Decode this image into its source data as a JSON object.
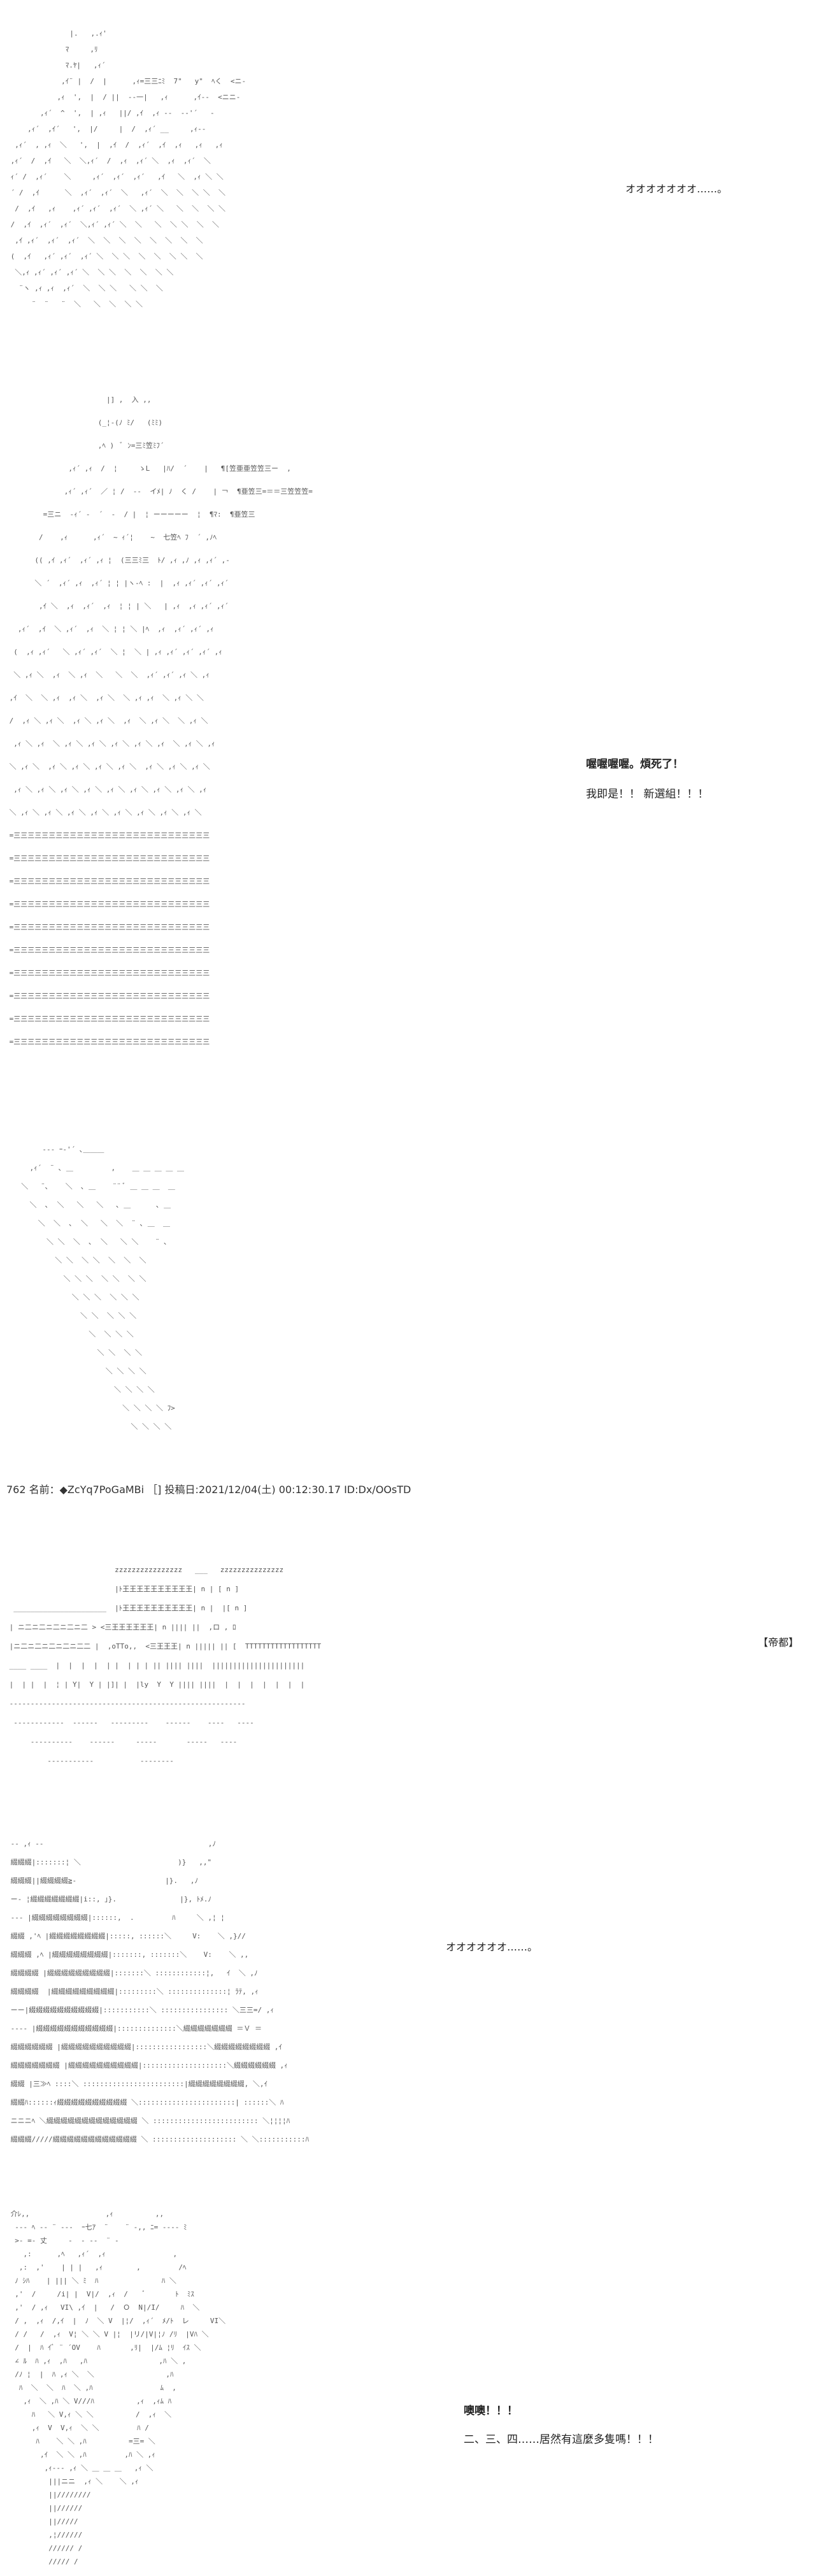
{
  "panel1": {
    "speech": "オオオオオオオ……。",
    "art": "               |.   ,.ｨ'\n              ﾏ     ,ﾘ\n              ﾏ.ﾔ|   ,ｨ´\n             ,ｲ¨ |  /  |      ,ｨ=三三ﾆﾐ  7\"   y\"  ﾍく  <ニ-\n            ,ｨ  ',  |  / ||  -‐一|   ,ｨ      ,ｲ--  <ニニ-\n        ,ｨ´  ^  ',  | ,ｨ   ||/ ,ｲ  ,ｨ --  --'´   -\n     ,ｨ´  ,ｲ´   ',  |/     |  /  ,ｨ´ __     ,ｨ-‐\n  ,ｨ´  , ,ｨ  ＼   ',  |  ,ｲ  /  ,ｨ´  ,ｲ  ,ｨ   ,ｨ   ,ｨ\n ,ｨ´  /  ,ｲ   ＼  ＼,ｨ´  /  ,ｨ  ,ｨ´ ＼  ,ｨ  ,ｨ´  ＼\n ｨ´ /  ,ｨ´    ＼     ,ｨ´  ,ｨ´  ,ｨ´   ,ｲ   ＼  ,ｨ ＼ ＼\n ´ /  ,ｲ      ＼  ,ｨ´  ,ｨ´  ＼   ,ｨ´  ＼  ＼  ＼ ＼  ＼\n  /  ,ｲ   ,ｨ    ,ｨ´ ,ｨ´  ,ｨ´  ＼ ,ｨ´ ＼   ＼  ＼  ＼ ＼\n /  ,ｲ  ,ｨ´  ,ｨ´  ＼,ｨ´ ,ｨ´ ＼  ＼   ＼  ＼ ＼  ＼  ＼\n  ,ｲ ,ｨ´  ,ｨ´  ,ｨ´  ＼  ＼  ＼  ＼  ＼  ＼  ＼  ＼\n (  ,ｲ   ,ｨ´ ,ｨ´  ,ｨ´ ＼  ＼ ＼  ＼  ＼  ＼ ＼  ＼\n  ＼,ｨ ,ｨ´ ,ｨ´ ,ｨ´ ＼  ＼ ＼  ＼  ＼  ＼ ＼\n   ¨ヽ ,ｨ ,ｨ  ,ｨ´  ＼  ＼ ＼   ＼ ＼  ＼\n      ¨  ¨   ¨  ＼   ＼  ＼  ＼ ＼"
  },
  "panel2": {
    "line1": "喔喔喔喔。煩死了！",
    "line2": "我即是！！ 新選組！！！",
    "art": "                        |] ,  入 ,,\n                      (_¦-(ﾉ ﾐ/   (ﾐﾐ)\n                      ,ﾍ )  ﾞ ﾝ=三ﾐ笠ﾐﾌ´\n               ,ｨ´ ,ｨ  /  ¦     ゝL   |ﾊ/  ´    |   ¶[笠亜亜笠笠三ー  ,\n              ,ｨ´ ,ｨ´  ／ ¦ /  -‐  イﾒ| ﾉ  く /    | ￢  ¶亜笠三=＝＝三笠笠笠=\n         =三ニ  -ｨ´ -  ´  -  / |  ¦ ーーーーー  ¦  ¶ﾏ:  ¶亜笠三\n        /    ,ｨ      ,ｨ´  ~ ｨ´¦    ~  七笠ﾍ ﾌ  ´ ,ﾉﾍ\n       (( ,ｲ ,ｨ´  ,ｨ´ ,ｨ ¦  (三三ﾐ三  ﾄ/ ,ｨ ,ﾉ ,ｨ ,ｨ´ ,-\n       ＼ ´  ,ｨ´ ,ｨ  ,ｨ´ ¦ ¦ |ヽ-ﾍ :  |  ,ｨ ,ｨ´ ,ｨ´ ,ｨ´\n        ,ｲ ＼  ,ｨ  ,ｨ´  ,ｨ  ¦ ¦ | ＼   | ,ｨ  ,ｨ ,ｨ´ ,ｨ´\n   ,ｨ´  ,ｲ  ＼ ,ｨ´  ,ｨ  ＼ ¦ ¦ ＼ |ﾍ  ,ｨ  ,ｨ´ ,ｨ´ ,ｨ\n  (  ,ｨ ,ｨ´   ＼ ,ｨ´ ,ｨ´  ＼ ¦  ＼ | ,ｨ ,ｨ´ ,ｨ´ ,ｨ´ ,ｨ\n  ＼ ,ｨ ＼  ,ｨ  ＼ ,ｨ  ＼   ＼  ＼  ,ｨ´ ,ｨ´ ,ｨ ＼ ,ｨ\n ,ｲ  ＼  ＼ ,ｨ  ,ｨ ＼  ,ｨ ＼  ＼ ,ｨ ,ｨ  ＼ ,ｨ ＼ ＼\n /  ,ｨ ＼ ,ｨ ＼  ,ｨ ＼ ,ｨ ＼  ,ｨ  ＼ ,ｨ ＼  ＼ ,ｨ ＼\n  ,ｨ ＼ ,ｨ  ＼ ,ｨ ＼ ,ｨ ＼ ,ｨ ＼ ,ｨ ＼ ,ｨ  ＼ ,ｨ ＼ ,ｨ\n ＼ ,ｨ ＼  ,ｨ ＼ ,ｨ ＼ ,ｨ ＼ ,ｨ ＼  ,ｨ ＼ ,ｨ ＼ ,ｨ ＼\n  ,ｨ ＼ ,ｨ ＼ ,ｨ ＼ ,ｨ ＼ ,ｨ ＼ ,ｨ ＼ ,ｨ ＼ ,ｨ ＼ ,ｨ\n ＼ ,ｨ ＼ ,ｨ ＼ ,ｨ ＼ ,ｨ ＼ ,ｨ ＼ ,ｨ ＼ ,ｨ ＼ ,ｨ ＼\n =三三三三三三三三三三三三三三三三三三三三三三三三三三三三\n =三三三三三三三三三三三三三三三三三三三三三三三三三三三三\n =三三三三三三三三三三三三三三三三三三三三三三三三三三三三\n =三三三三三三三三三三三三三三三三三三三三三三三三三三三三\n =三三三三三三三三三三三三三三三三三三三三三三三三三三三三\n =三三三三三三三三三三三三三三三三三三三三三三三三三三三三\n =三三三三三三三三三三三三三三三三三三三三三三三三三三三三\n =三三三三三三三三三三三三三三三三三三三三三三三三三三三三\n =三三三三三三三三三三三三三三三三三三三三三三三三三三三三\n =三三三三三三三三三三三三三三三三三三三三三三三三三三三三"
  },
  "panel3": {
    "art": "       ‐‐‐ ｰ‐'´ ､＿＿＿\n    ,ｨ´  ¨ ､ ＿         ,    ＿ ＿ ＿ ＿ ＿\n  ＼   ¨､    ＼  ､ ＿    ¨¨ ﾞ ＿ ＿ ＿  ＿\n    ＼  ､  ＼   ＼   ＼   ､ ＿      ､ ＿\n      ＼  ＼  ､  ＼   ＼  ＼  ¨ ､ ＿  ＿\n        ＼ ＼  ＼  ､  ＼   ＼ ＼    ¨ ､\n          ＼ ＼  ＼ ＼  ＼  ＼  ＼\n            ＼ ＼ ＼  ＼ ＼  ＼ ＼\n              ＼ ＼ ＼  ＼ ＼ ＼\n                ＼ ＼  ＼ ＼ ＼\n                  ＼  ＼ ＼ ＼\n                    ＼ ＼  ＼ ＼\n                      ＼ ＼ ＼ ＼\n                        ＼ ＼ ＼ ＼\n                          ＼ ＼ ＼ ＼ ﾌ>\n                            ＼ ＼ ＼ ＼"
  },
  "post": {
    "header": "762 名前：◆ZcYq7PoGaMBi ［] 投稿日:2021/12/04(土) 00:12:30.17 ID:Dx/OOsTD"
  },
  "panel4": {
    "location": "【帝都】",
    "art": "                          zzzzzzzzzzzzzzzz   ___   zzzzzzzzzzzzzzz\n                          |ﾄ王王王王王王王王王王| n | [ n ]\n  ______________________  |ﾄ王王王王王王王王王王| n |  |[ n ]\n | ニ二ニ二ニ二ニ二ニ二 > <三王王王王王王| n |||| ||  ,ロ , ﾛ\n |ニ二ニ二ニ二ニ二ニ二二 |  ,oTTo,,  <三王王王| n ||||| || [  TTTTTTTTTTTTTTTTTT\n ____ ____  |  |  |  |  | |  | | | || |||| ||||  ||||||||||||||||||||||\n |  | |  |  ¦ | Y|  Y | |]| |  |ly  Y  Y |||| ||||  |  |  |  |  |  |  |\n ‐‐‐‐‐‐‐‐‐‐‐‐‐‐‐‐‐‐‐‐‐‐‐‐‐‐‐‐‐‐‐‐‐‐‐‐‐‐‐‐‐‐‐‐‐‐‐‐‐‐‐‐‐‐‐‐\n  ‐‐‐‐‐‐‐‐‐‐‐‐  ‐‐‐‐‐‐   ‐‐‐‐‐‐‐‐‐    ‐‐‐‐‐‐    ‐‐‐‐   ‐‐‐‐\n      ‐‐‐‐‐‐‐‐‐‐    ‐‐‐‐‐‐     ‐‐‐‐‐       ‐‐‐‐‐   ‐‐‐‐\n          ‐‐‐‐‐‐‐‐‐‐‐           ‐‐‐‐‐‐‐‐"
  },
  "panel5": {
    "speech": "オオオオオオ……。",
    "art": " ‐‐ ,ｨ ‐‐                                       ,ﾉ\n 綴綴綴|:::::::¦ ＼                       )}   ,,\"\n 綴綴綴||綴綴綴綴≧-                     |}.   ,ﾉ\n ー‐ ¦綴綴綴綴綴綴綴|i::, 」}.               |}, ﾄﾒ.ﾉ\n ‐‐‐ |綴綴綴綴綴綴綴綴|::::::,  .         ﾊ     ＼ ,¦ ¦\n 綴綴 ,'ﾍ |綴綴綴綴綴綴綴綴|:::::, ::::::＼     V:    ＼ ,}//\n 綴綴綴 ,ﾍ |綴綴綴綴綴綴綴綴|:::::::, :::::::＼    V:    ＼ ,,\n 綴綴綴綴 |綴綴綴綴綴綴綴綴綴|:::::::＼ ::::::::::::¦,   ｲ  ＼ ,ﾉ\n 綴綴綴綴  |綴綴綴綴綴綴綴綴綴|:::::::::＼ ::::::::::::::¦ ﾗﾃ, ,ｨ\n ーー|綴綴綴綴綴綴綴綴綴綴|:::::::::::＼ :::::::::::::::: ＼三三=/ ,ｨ\n ‐‐‐‐ |綴綴綴綴綴綴綴綴綴綴綴|::::::::::::::＼綴綴綴綴綴綴綴 ＝Ｖ ＝\n 綴綴綴綴綴綴 |綴綴綴綴綴綴綴綴綴綴|:::::::::::::::::＼綴綴綴綴綴綴綴綴 ,ｲ\n 綴綴綴綴綴綴綴 |綴綴綴綴綴綴綴綴綴綴|::::::::::::::::::::＼綴綴綴綴綴綴 ,ｨ\n 綴綴 |三≫ﾍ ::::＼ ::::::::::::::::::::::::|綴綴綴綴綴綴綴綴, ＼,ｲ\n 綴綴ﾊ::::::ｨ綴綴綴綴綴綴綴綴綴綴 ＼:::::::::::::::::::::::| ::::::＼ ﾊ\n ニニニﾍ ＼綴綴綴綴綴綴綴綴綴綴綴綴綴 ＼ ::::::::::::::::::::::::: ＼¦¦¦¦ﾊ\n 綴綴綴/////綴綴綴綴綴綴綴綴綴綴綴綴 ＼ :::::::::::::::::::: ＼ ＼:::::::::::ﾊ"
  },
  "panel6": {
    "line1": "噢噢！！！",
    "line2": "二、三、四……居然有這麼多隻嗎！！！",
    "art": " 介ﾚ,,                  ,ｨ          ,,\n  ‐‐‐ ﾍ ‐‐ ¨ -‐‐  ｰ七ｱ  ¨    ¨ -,, ﾆ= ‐‐‐‐ ﾐ\n  >- =‐ 丈     -  - -‐  ¨ -\n    ,:      ,ﾍ   ,ｨ´  ,ｨ                ,\n   ,:  ,'    | | |   ,ｨ        ,         /ﾍ\n  ﾉ ｼﾊ    | ||| ＼ ﾐ  ﾊ               ﾊ ＼\n  ,'  /     /i| |  V|/  ,ｨ  /    ﾞ       ﾄ  ﾐｽ\n  ,'  / ,ｨ   VI\\ ,ｲ  |   /  Ｏ  N|/I/     ﾊ  ＼\n  / ,  ,ｨ  /,ｲ  |  ﾉ  ＼ V  |¦/  ,ｨ´  ﾒ/ﾄ  レ     VI＼\n  / /   /  ,ｨ  V¦ ＼ ＼ V |¦  |リ/|V|¦ﾉ /ﾘ  |Vﾊ ＼\n  /  |  ﾊ ｲﾞ ¨ ´OV    ﾊ       ,ﾘ|  |/ﾑ ¦ﾘ  ｲｽ ＼\n  ∠ ﾙ  ﾊ ,ｨ  ,ﾊ   ,ﾊ                 ,ﾊ ＼ ,\n  /ﾉ ¦  |  ﾊ ,ｨ ＼  ＼                 ,ﾊ\n   ﾊ  ＼  ＼  ﾊ  ＼ ,ﾊ                ﾑ  ,\n    ,ｨ  ＼ ,ﾊ ＼ V///ﾊ          ,ｨ  ,ｨﾑ ﾊ\n      ﾊ   ＼ V,ｨ ＼ ＼          /  ,ｨ  ＼\n      ,ｨ  V  V,ｨ  ＼ ＼         ﾊ /\n       ﾊ    ＼ ＼ ,ﾊ          =三= ＼\n        ,ｲ  ＼ ＼ ,ﾊ         ,ﾊ ＼ ,ｨ\n         ,ｨ‐‐‐ ,ｨ ＼ ＿ ＿ ＿   ,ｨ ＼\n          |||ニニ  ,ｨ ＼    ＼ ,ｨ\n          ||////////\n          ||//////\n          ||/////\n          ,¦//////\n          ////// /\n          ///// /"
  }
}
